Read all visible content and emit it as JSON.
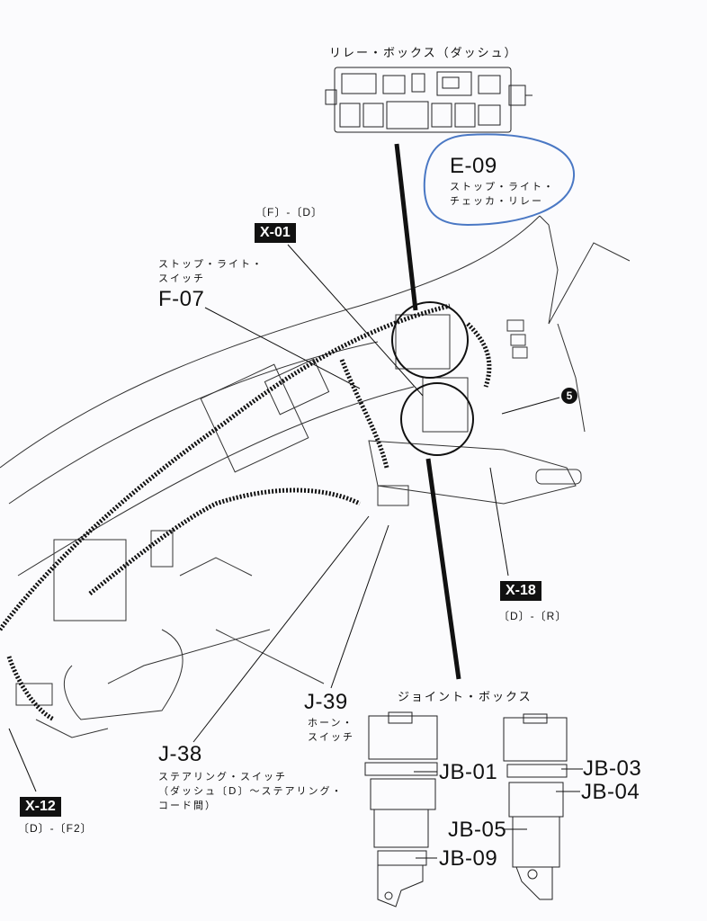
{
  "relay_box": {
    "title": "リレー・ボックス（ダッシュ）",
    "relay_code": "E-09",
    "relay_name_1": "ストップ・ライト・",
    "relay_name_2": "チェッカ・リレー"
  },
  "connectors": {
    "x01": {
      "range": "〔F〕-〔D〕",
      "code": "X-01"
    },
    "f07": {
      "name_1": "ストップ・ライト・",
      "name_2": "スイッチ",
      "code": "F-07"
    },
    "x18": {
      "code": "X-18",
      "range": "〔D〕-〔R〕"
    },
    "x12": {
      "code": "X-12",
      "range": "〔D〕-〔F2〕"
    },
    "j39": {
      "code": "J-39",
      "name_1": "ホーン・",
      "name_2": "スイッチ"
    },
    "j38": {
      "code": "J-38",
      "name_1": "ステアリング・スイッチ",
      "name_2": "（ダッシュ〔D〕～ステアリング・",
      "name_3": "コード間）"
    },
    "ground_number": "5"
  },
  "joint_box": {
    "title": "ジョイント・ボックス",
    "jb01": "JB-01",
    "jb03": "JB-03",
    "jb04": "JB-04",
    "jb05": "JB-05",
    "jb09": "JB-09"
  },
  "colors": {
    "ink": "#111111",
    "annotation": "#4a78c4",
    "paper": "#fbfbfd"
  }
}
